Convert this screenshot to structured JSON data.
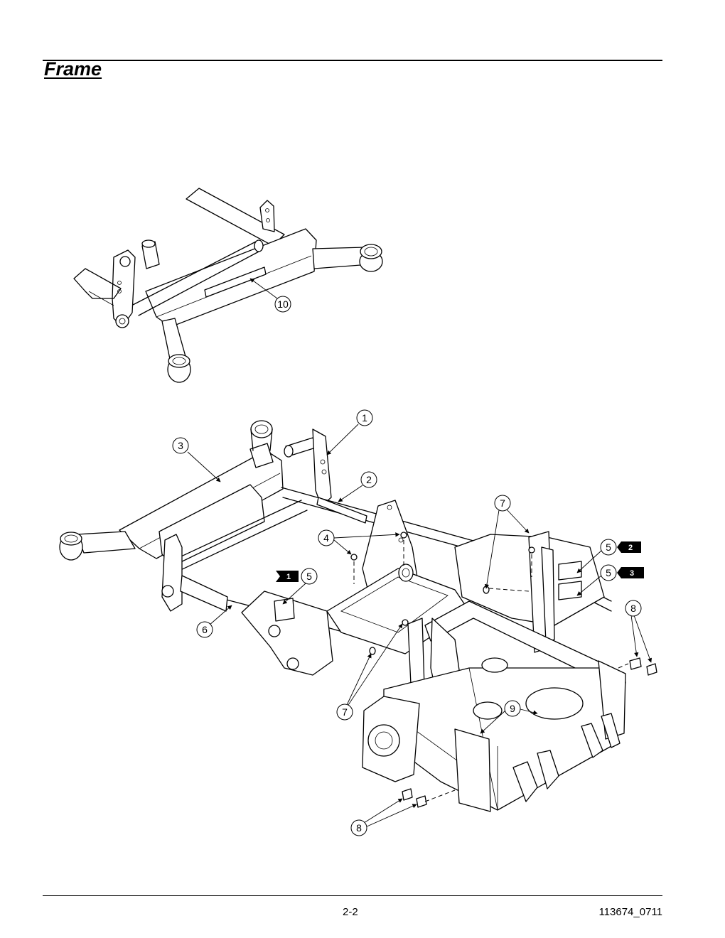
{
  "header": {
    "title": "Frame"
  },
  "footer": {
    "page_number": "2-2",
    "doc_number": "113674_0711"
  },
  "callouts": {
    "c10": "10",
    "c1": "1",
    "c2": "2",
    "c3": "3",
    "c4": "4",
    "c5a": "5",
    "c5b": "5",
    "c5c": "5",
    "c6": "6",
    "c7a": "7",
    "c7b": "7",
    "c8a": "8",
    "c8b": "8",
    "c9": "9"
  },
  "notes": {
    "n1": "1",
    "n2": "2",
    "n3": "3"
  }
}
